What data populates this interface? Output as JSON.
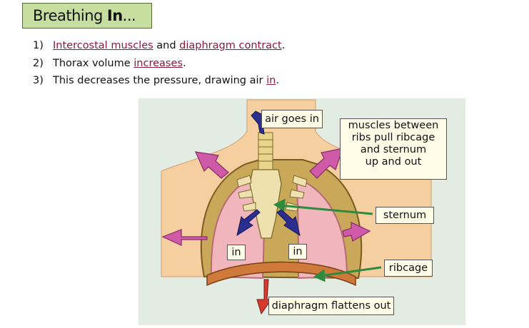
{
  "title": {
    "normal": "Breathing",
    "bold": "In",
    "ellipsis": "..."
  },
  "steps": [
    {
      "number": "1)",
      "parts": [
        {
          "text": "Intercostal muscles",
          "link": true
        },
        {
          "text": " and ",
          "link": false
        },
        {
          "text": "diaphragm contract",
          "link": true
        },
        {
          "text": ".",
          "link": false
        }
      ]
    },
    {
      "number": "2)",
      "parts": [
        {
          "text": "Thorax volume ",
          "link": false
        },
        {
          "text": "increases",
          "link": true
        },
        {
          "text": ".",
          "link": false
        }
      ]
    },
    {
      "number": "3)",
      "parts": [
        {
          "text": "This decreases the pressure, drawing air ",
          "link": false
        },
        {
          "text": "in",
          "link": true
        },
        {
          "text": ".",
          "link": false
        }
      ]
    }
  ],
  "diagram": {
    "labels": {
      "air_goes_in": "air goes in",
      "muscles": [
        "muscles between",
        "ribs pull ribcage",
        "and sternum",
        "up and out"
      ],
      "sternum": "sternum",
      "in_left": "in",
      "in_right": "in",
      "ribcage": "ribcage",
      "diaphragm": "diaphragm flattens out"
    },
    "colors": {
      "background": "#e2ece3",
      "skin": "#f6cfa0",
      "lung": "#f1b6bb",
      "muscle_arrow": "#cf5ba8",
      "air_arrow": "#2a2e8e",
      "pointer_arrow": "#2e8b3e",
      "diaphragm_arrow": "#d63a2c"
    }
  },
  "links": {
    "color": "#8b1a3a"
  }
}
